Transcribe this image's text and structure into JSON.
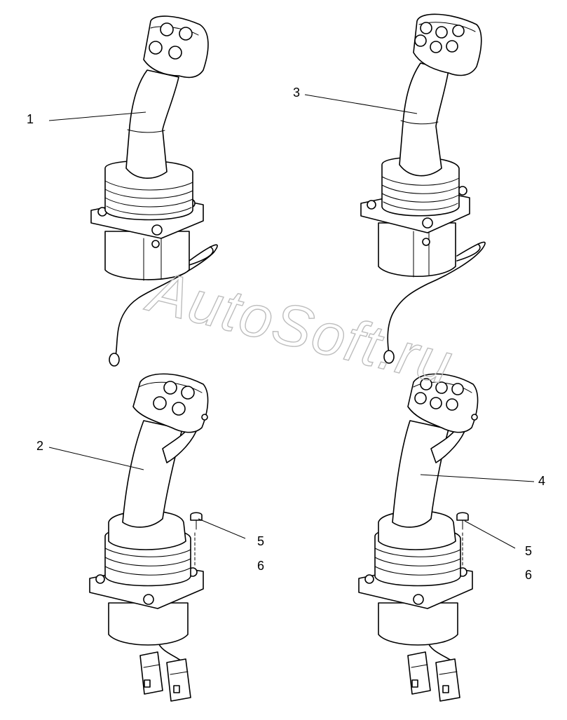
{
  "watermark": "AutoSoft.ru",
  "callouts": [
    "1",
    "2",
    "3",
    "4",
    "5",
    "6",
    "5",
    "6"
  ]
}
